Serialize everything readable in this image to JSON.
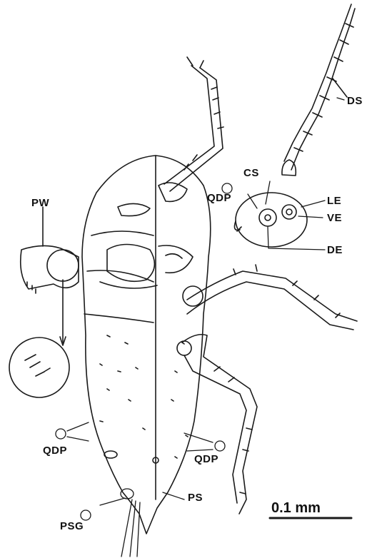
{
  "labels": {
    "ds": "DS",
    "cs": "CS",
    "qdp_top": "QDP",
    "le": "LE",
    "ve": "VE",
    "de": "DE",
    "pw": "PW",
    "qdp_left": "QDP",
    "qdp_right": "QDP",
    "psg": "PSG",
    "ps": "PS"
  },
  "scale_bar": {
    "text": "0.1 mm"
  }
}
